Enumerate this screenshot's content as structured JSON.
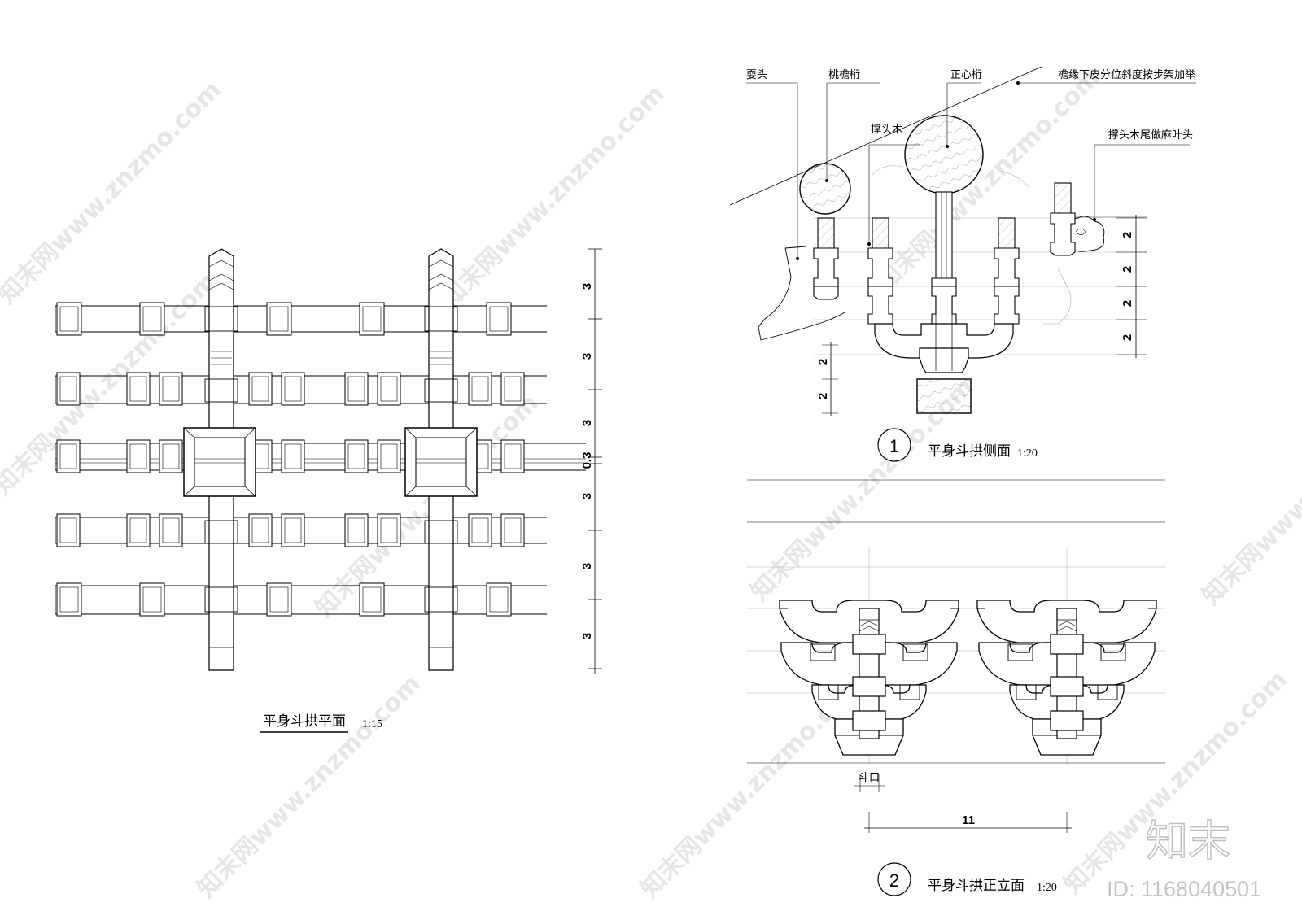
{
  "plan": {
    "title": "平身斗拱平面",
    "scale": "1:15",
    "dims": [
      "3",
      "3",
      "3",
      "0.3",
      "3",
      "3",
      "3"
    ]
  },
  "side": {
    "number": "1",
    "title": "平身斗拱侧面",
    "scale": "1:20",
    "labels": {
      "shuatou": "耍头",
      "tiaoyanheng": "桃檐桁",
      "zhengxinheng": "正心桁",
      "note_top": "檐缘下皮分位斜度按步架加举",
      "chengtoumu": "撑头木",
      "chengtoumu_tail": "撑头木尾做麻叶头"
    },
    "dims_right": [
      "2",
      "2",
      "2",
      "2"
    ],
    "dims_left": [
      "2",
      "2"
    ]
  },
  "front": {
    "number": "2",
    "title": "平身斗拱正立面",
    "scale": "1:20",
    "dou_kou": "斗口",
    "width_dim": "11"
  },
  "watermark": {
    "site": "知末网www.znzmo.com",
    "logo": "知末",
    "id": "ID: 1168040501"
  }
}
